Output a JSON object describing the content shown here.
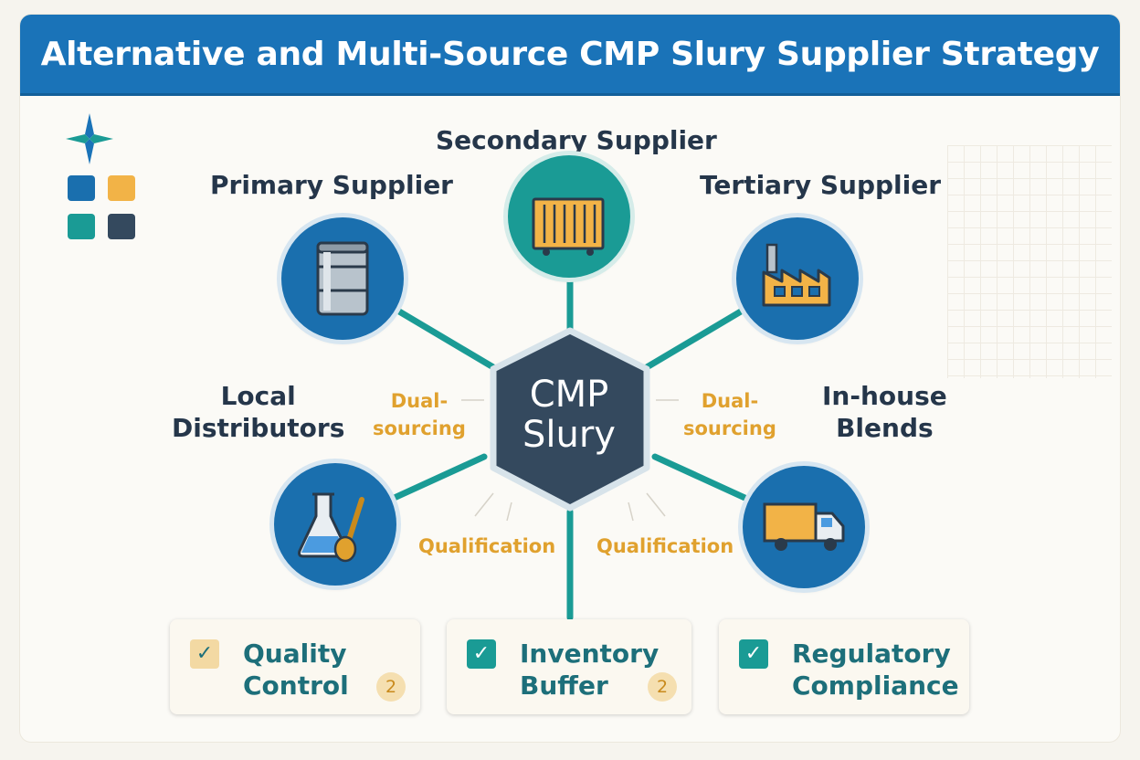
{
  "title": "Alternative and Multi-Source CMP Slury Supplier Strategy",
  "hub": {
    "line1": "CMP",
    "line2": "Slury"
  },
  "nodes": {
    "secondary": {
      "label": "Secondary Supplier",
      "icon": "container-icon"
    },
    "primary": {
      "label": "Primary Supplier",
      "icon": "barrel-icon"
    },
    "tertiary": {
      "label": "Tertiary Supplier",
      "icon": "factory-icon"
    },
    "local": {
      "line1": "Local",
      "line2": "Distributors",
      "icon": "lab-flask-icon"
    },
    "inhouse": {
      "line1": "In-house",
      "line2": "Blends",
      "icon": "truck-icon"
    }
  },
  "annotations": {
    "dual_left": {
      "line1": "Dual-",
      "line2": "sourcing"
    },
    "dual_right": {
      "line1": "Dual-",
      "line2": "sourcing"
    },
    "qual_left": "Qualification",
    "qual_right": "Qualification"
  },
  "boxes": [
    {
      "line1": "Quality",
      "line2": "Control",
      "badge": "2",
      "check_color": "#f3d9a3"
    },
    {
      "line1": "Inventory",
      "line2": "Buffer",
      "badge": "2",
      "check_color": "#1a9b95"
    },
    {
      "line1": "Regulatory",
      "line2": "Compliance",
      "badge": "",
      "check_color": "#1a9b95"
    }
  ],
  "colors": {
    "primary_blue": "#1a73b8",
    "teal": "#1a9b95",
    "amber": "#e0a12e",
    "navy": "#34495e",
    "swatches": [
      "#1a6fae",
      "#f2b347",
      "#1a9b95",
      "#34495e"
    ]
  }
}
